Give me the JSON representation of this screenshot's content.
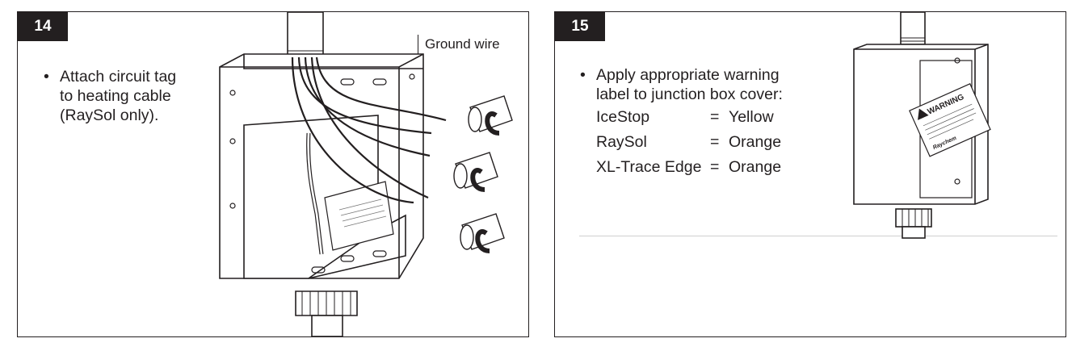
{
  "step14": {
    "number": "14",
    "bullet": "•",
    "lines": [
      "Attach circuit tag",
      "to heating cable",
      "(RaySol only)."
    ],
    "ground_wire_label": "Ground wire"
  },
  "step15": {
    "number": "15",
    "bullet": "•",
    "lines": [
      "Apply appropriate warning",
      "label to junction box cover:"
    ],
    "labels": [
      {
        "product": "IceStop",
        "eq": "=",
        "color": "Yellow"
      },
      {
        "product": "RaySol",
        "eq": "=",
        "color": "Orange"
      },
      {
        "product": "XL-Trace Edge",
        "eq": "=",
        "color": "Orange"
      }
    ],
    "warning_title": "WARNING",
    "warning_brand": "Raychem"
  }
}
